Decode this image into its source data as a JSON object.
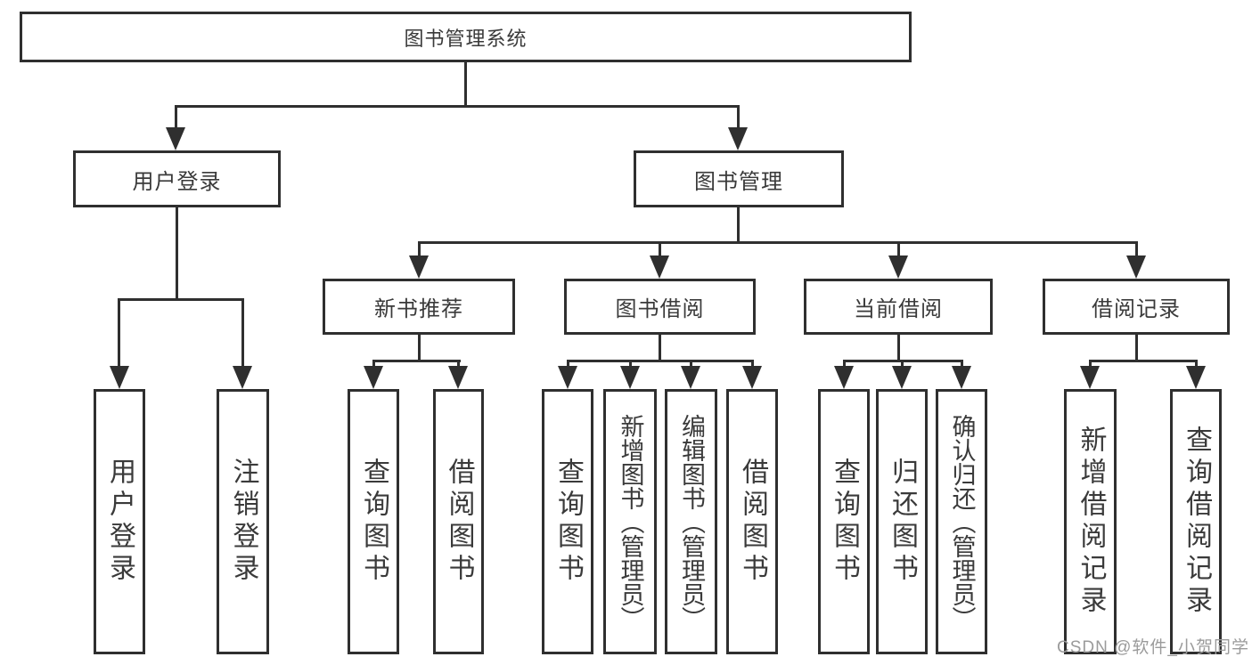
{
  "diagram": {
    "root": {
      "label": "图书管理系统"
    },
    "branches": {
      "user_login": {
        "label": "用户登录",
        "children": {
          "login": {
            "label": "用户登录"
          },
          "logout": {
            "label": "注销登录"
          }
        }
      },
      "book_mgmt": {
        "label": "图书管理",
        "children": {
          "new_book_rec": {
            "label": "新书推荐",
            "children": {
              "query": {
                "label": "查询图书"
              },
              "borrow": {
                "label": "借阅图书"
              }
            }
          },
          "book_borrow": {
            "label": "图书借阅",
            "children": {
              "query": {
                "label": "查询图书"
              },
              "add": {
                "label": "新增图书（管理员）"
              },
              "edit": {
                "label": "编辑图书（管理员）"
              },
              "borrow": {
                "label": "借阅图书"
              }
            }
          },
          "current_borrow": {
            "label": "当前借阅",
            "children": {
              "query": {
                "label": "查询图书"
              },
              "return": {
                "label": "归还图书"
              },
              "confirm": {
                "label": "确认归还（管理员）"
              }
            }
          },
          "borrow_record": {
            "label": "借阅记录",
            "children": {
              "add": {
                "label": "新增借阅记录"
              },
              "query": {
                "label": "查询借阅记录"
              }
            }
          }
        }
      }
    }
  },
  "watermark": {
    "text": "CSDN @软件_小贺同学"
  },
  "colors": {
    "line": "#2f2f2f",
    "text": "#3a3a3a",
    "background": "#ffffff",
    "watermark": "#9b9b9b"
  }
}
